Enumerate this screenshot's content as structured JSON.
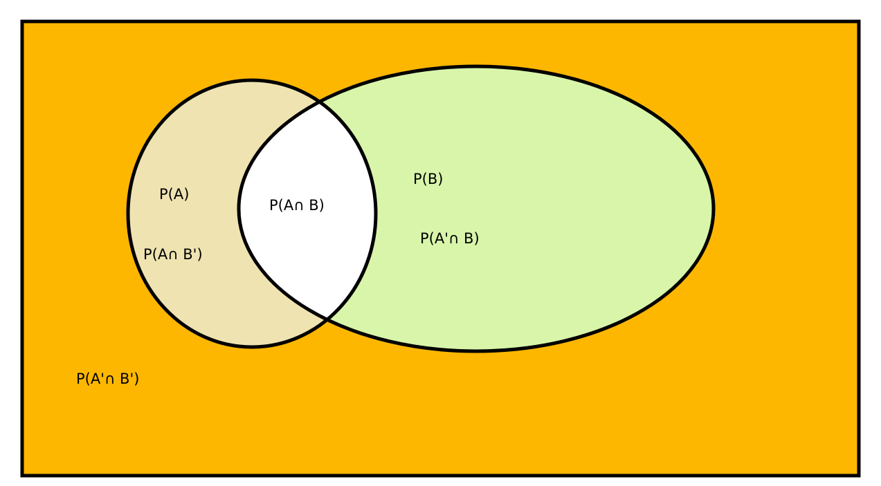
{
  "colors": {
    "universe": "#FDB700",
    "set_a": "#EFE3B1",
    "set_b": "#D8F5AA",
    "intersection": "#FFFFFF",
    "outline": "#000000"
  },
  "labels": {
    "p_a": "P(A)",
    "p_a_and_not_b": "P(A∩ B')",
    "p_a_and_b": "P(A∩ B)",
    "p_b": "P(B)",
    "p_not_a_and_b": "P(A'∩ B)",
    "p_not_a_and_not_b": "P(A'∩ B')"
  }
}
